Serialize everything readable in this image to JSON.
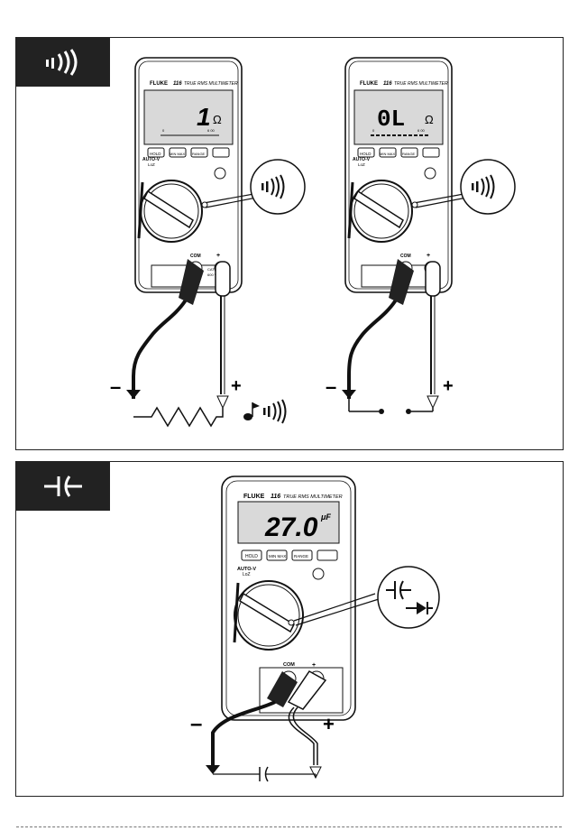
{
  "meter": {
    "brand": "FLUKE",
    "model": "116",
    "subtitle": "TRUE RMS MULTIMETER",
    "buttons": {
      "hold": "HOLD",
      "minmax": "MIN MAX",
      "range": "RANGE"
    },
    "auto_v": "AUTO-V",
    "lo_z": "LoZ",
    "com": "COM",
    "plus": "+",
    "cat": "CAT III",
    "volts": "600 V"
  },
  "continuity_panel": {
    "tab_icon": "continuity-beep-icon",
    "left_meter": {
      "reading": "1",
      "unit": "Ω",
      "bar_label_start": "0",
      "bar_label_end": "6 00"
    },
    "right_meter": {
      "reading": "0L",
      "unit": "Ω",
      "bar_label_start": "0",
      "bar_label_end": "6 00"
    },
    "minus_sign": "–",
    "plus_sign": "+"
  },
  "capacitance_panel": {
    "tab_icon": "capacitor-icon",
    "meter": {
      "reading": "27.0",
      "unit": "μF"
    },
    "minus_sign": "–",
    "plus_sign": "+"
  },
  "colors": {
    "ink": "#111111",
    "tab_bg": "#222222",
    "lcd": "#d9d9d9"
  }
}
